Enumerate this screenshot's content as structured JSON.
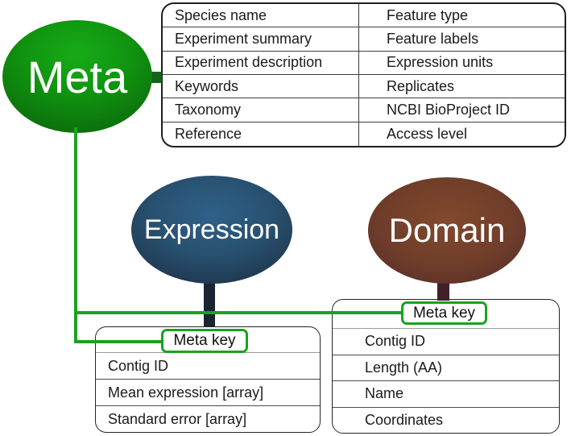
{
  "diagram": {
    "meta_node": {
      "label": "Meta"
    },
    "expression_node": {
      "label": "Expression"
    },
    "domain_node": {
      "label": "Domain"
    },
    "meta_table": {
      "left_column": [
        "Species name",
        "Experiment summary",
        "Experiment description",
        "Keywords",
        "Taxonomy",
        "Reference"
      ],
      "right_column": [
        "Feature type",
        "Feature labels",
        "Expression units",
        "Replicates",
        "NCBI BioProject ID",
        "Access level"
      ]
    },
    "expression_table": {
      "key_label": "Meta key",
      "fields": [
        "Contig ID",
        "Mean expression [array]",
        "Standard error [array]"
      ]
    },
    "domain_table": {
      "key_label": "Meta key",
      "fields": [
        "Contig ID",
        "Length (AA)",
        "Name",
        "Coordinates"
      ]
    },
    "colors": {
      "connector_green": "#1aa21e",
      "meta_node_center": "#17ab17",
      "meta_node_edge": "#085108",
      "expression_node_center": "#2f6189",
      "expression_node_edge": "#141f2c",
      "domain_node_center": "#82492c",
      "domain_node_edge": "#3a1f24",
      "expression_stem": "#1b2433",
      "domain_stem": "#41202a",
      "meta_stub": "#14641a"
    }
  }
}
